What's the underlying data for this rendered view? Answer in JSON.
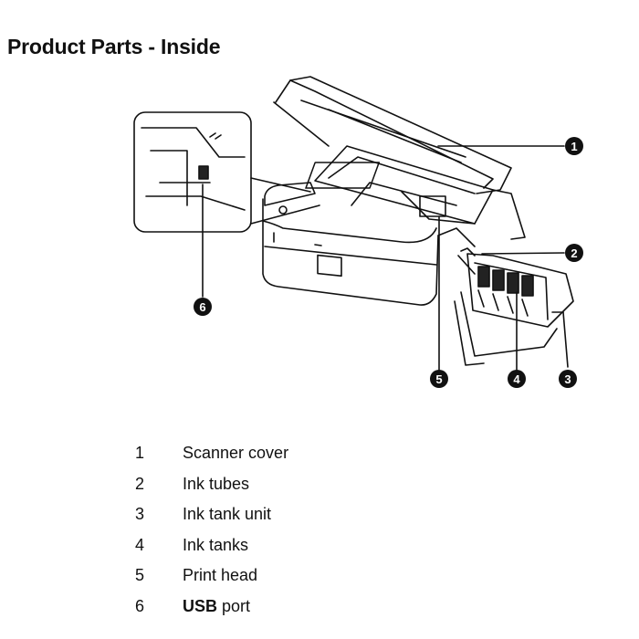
{
  "header": {
    "title": "Product Parts - Inside"
  },
  "callouts": [
    "1",
    "2",
    "3",
    "4",
    "5",
    "6"
  ],
  "parts": [
    {
      "num": "1",
      "label": "Scanner cover"
    },
    {
      "num": "2",
      "label": "Ink tubes"
    },
    {
      "num": "3",
      "label": "Ink tank unit"
    },
    {
      "num": "4",
      "label": "Ink tanks"
    },
    {
      "num": "5",
      "label": "Print head"
    },
    {
      "num": "6",
      "bold": "USB",
      "label": " port"
    }
  ]
}
